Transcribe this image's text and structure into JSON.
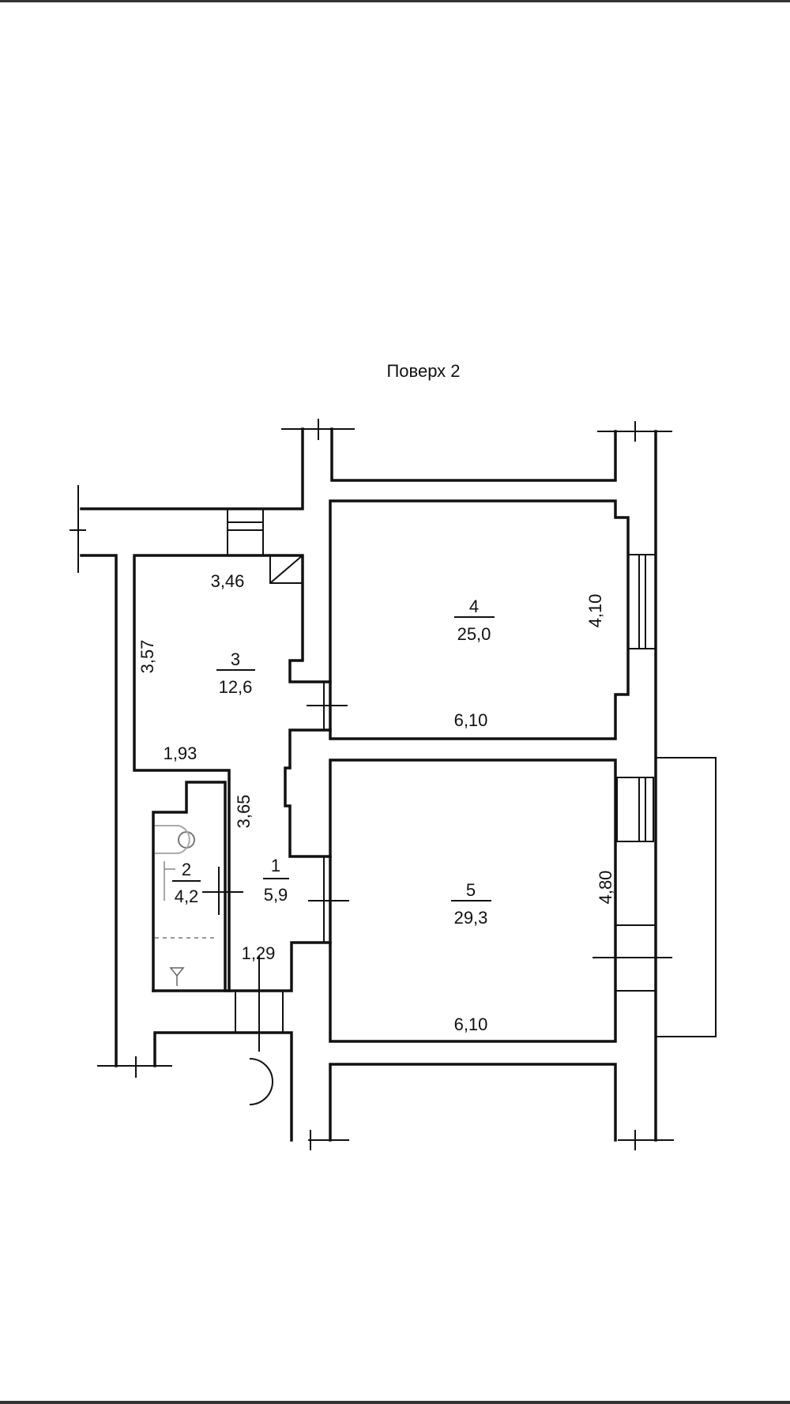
{
  "title": "Поверх 2",
  "rooms": [
    {
      "number": "1",
      "area": "5,9"
    },
    {
      "number": "2",
      "area": "4,2"
    },
    {
      "number": "3",
      "area": "12,6"
    },
    {
      "number": "4",
      "area": "25,0"
    },
    {
      "number": "5",
      "area": "29,3"
    }
  ],
  "dimensions": {
    "room3_width": "3,46",
    "room3_length": "3,57",
    "room3_lower": "1,93",
    "corridor_length": "3,65",
    "entry_width": "1,29",
    "room4_length": "4,10",
    "room4_width": "6,10",
    "room5_length": "4,80",
    "room5_width": "6,10"
  }
}
